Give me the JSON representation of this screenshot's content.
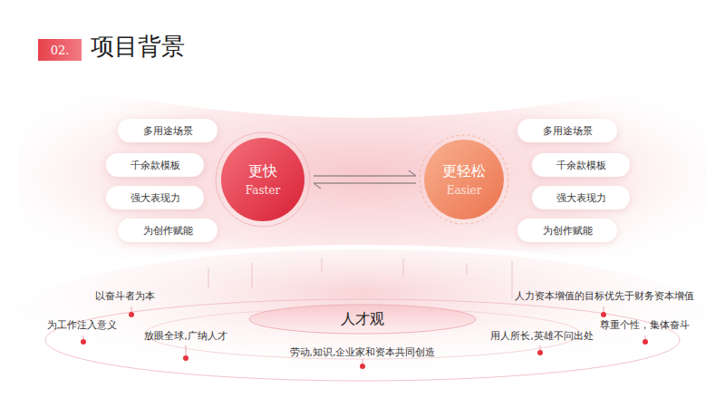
{
  "diagram": {
    "title": "项目背景",
    "nodes": [
      {
        "text": [
          "02."
        ]
      },
      {
        "text": [
          "多用途场景"
        ]
      },
      {
        "text": [
          "千余款模板"
        ]
      },
      {
        "text": [
          "强大表现力"
        ]
      },
      {
        "text": [
          "为创作赋能"
        ]
      },
      {
        "text": [
          "更快",
          "Faster"
        ]
      },
      {
        "text": [
          "更轻松",
          "Easier"
        ]
      },
      {
        "text": [
          "多用途场景"
        ]
      },
      {
        "text": [
          "千余款模板"
        ]
      },
      {
        "text": [
          "强大表现力"
        ]
      },
      {
        "text": [
          "为创作赋能"
        ]
      },
      {
        "text": [
          "人才观"
        ]
      }
    ],
    "edges": [
      {
        "from": 5,
        "to": 6,
        "arrow": "both"
      }
    ],
    "labels": [
      "以奋斗者为本",
      "为工作注入意义",
      "放眼全球,广纳人才",
      "劳动,知识,企业家和资本共同创造",
      "用人所长,英雄不问出处",
      "人力资本增值的目标优先于财务资本增值",
      "尊重个性，集体奋斗"
    ]
  }
}
